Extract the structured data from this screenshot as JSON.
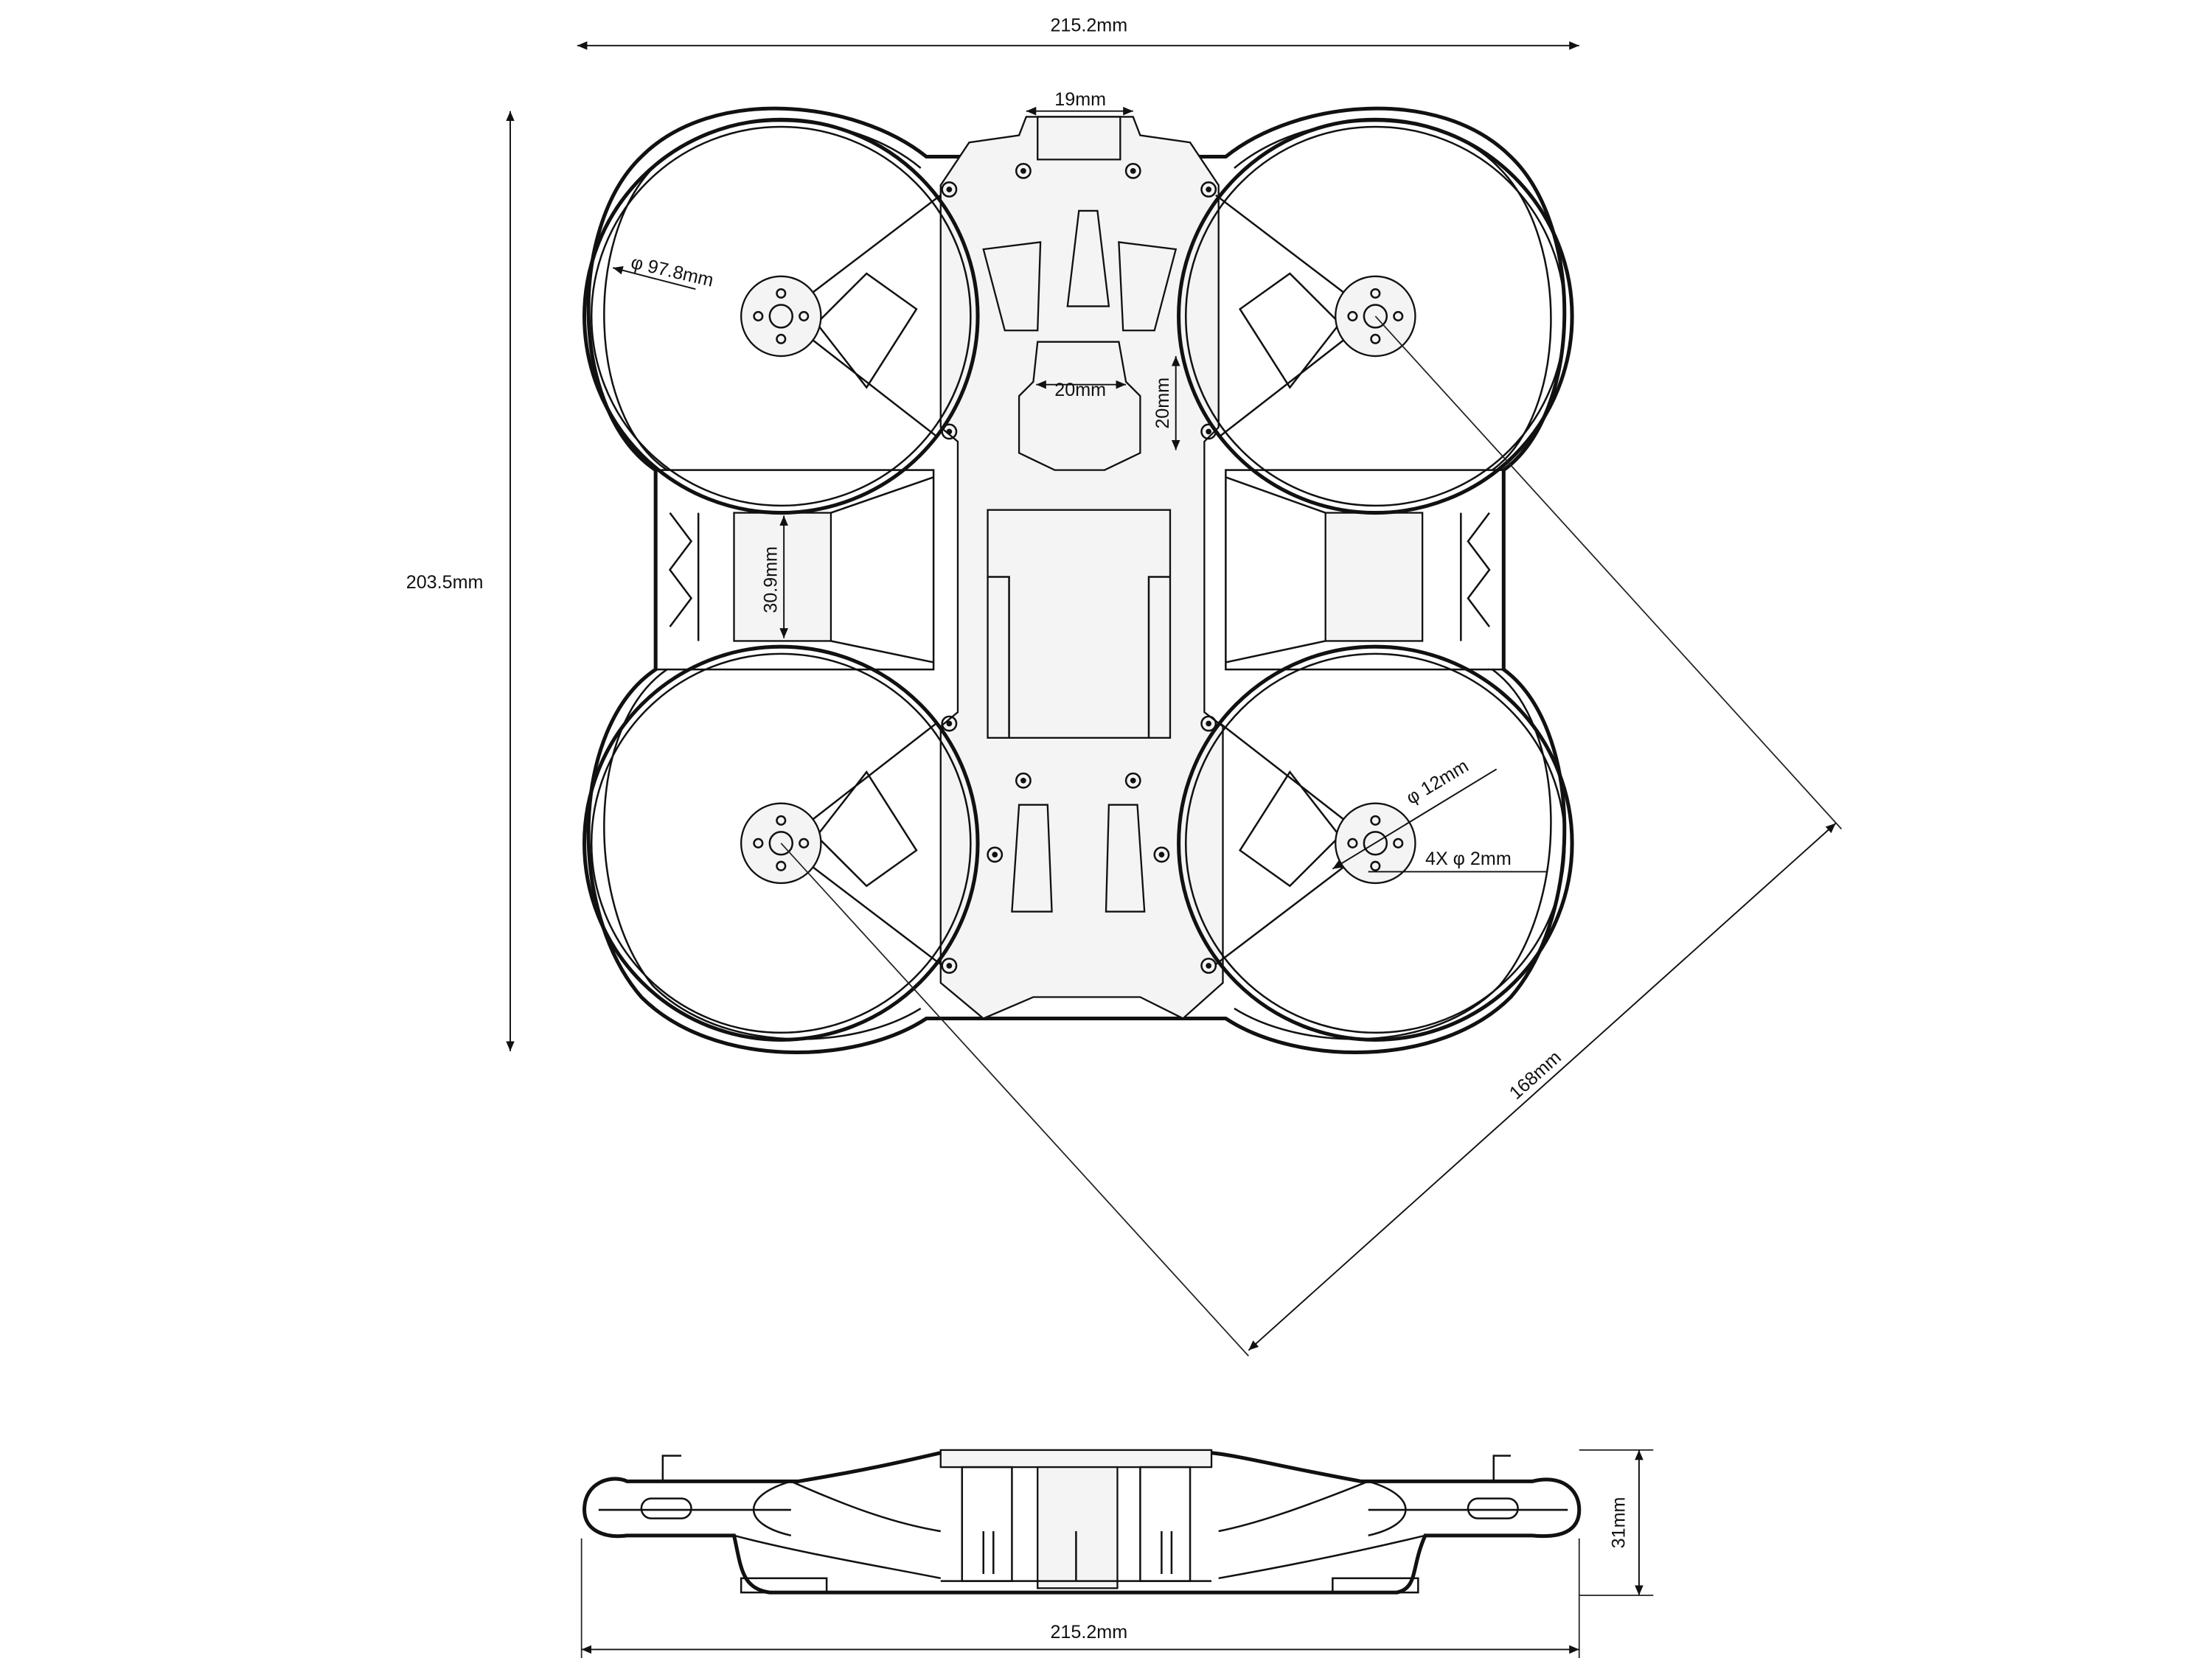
{
  "title": "Drone frame dimension drawing",
  "top_view": {
    "overall_width": "215.2mm",
    "overall_length": "203.5mm",
    "camera_mount_width": "19mm",
    "prop_guard_diameter": "φ 97.8mm",
    "stack_mount_x": "20mm",
    "stack_mount_y": "20mm",
    "battery_bay_width": "30.9mm",
    "motor_mount_diameter": "φ 12mm",
    "motor_holes": "4X φ 2mm",
    "diagonal_wheelbase": "168mm"
  },
  "side_view": {
    "height": "31mm",
    "overall_width": "215.2mm"
  },
  "colors": {
    "line": "#111111",
    "background": "#ffffff"
  }
}
